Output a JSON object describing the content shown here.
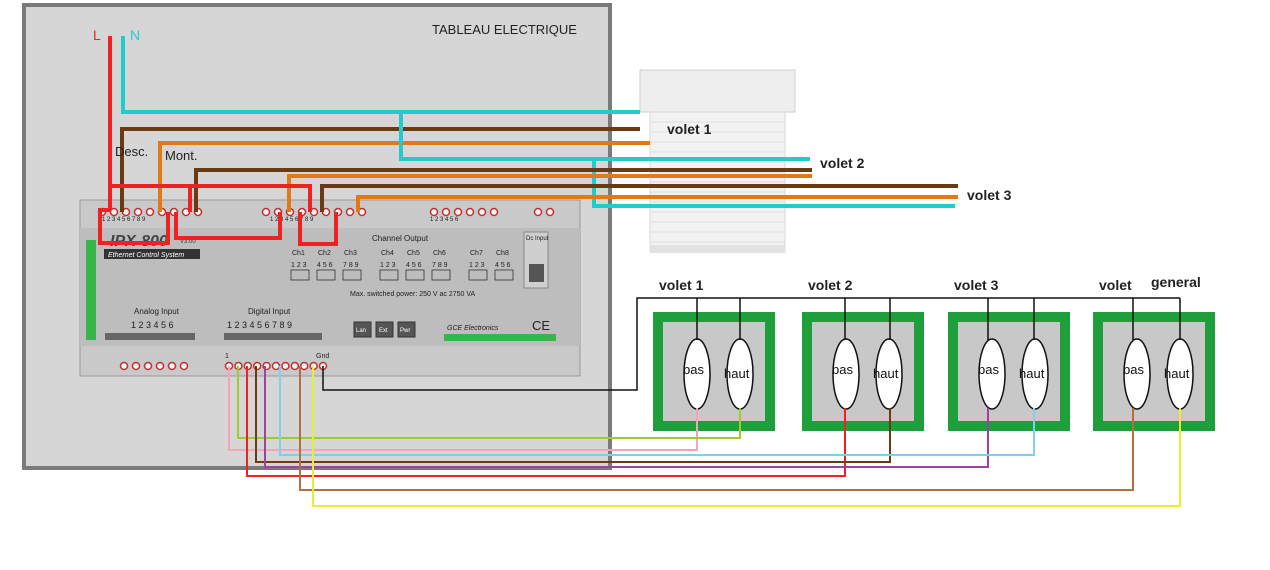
{
  "panel_title": "TABLEAU ELECTRIQUE",
  "line_label": "L",
  "neutral_label": "N",
  "desc_label": "Desc.",
  "mont_label": "Mont.",
  "module": {
    "model": "IPX-800",
    "version": "V3.00",
    "subtitle": "Ethernet Control System",
    "channel_output_title": "Channel Output",
    "channels": [
      {
        "name": "Ch1",
        "pins": "1 2 3"
      },
      {
        "name": "Ch2",
        "pins": "4 5 6"
      },
      {
        "name": "Ch3",
        "pins": "7 8 9"
      },
      {
        "name": "Ch4",
        "pins": "1 2 3"
      },
      {
        "name": "Ch5",
        "pins": "4 5 6"
      },
      {
        "name": "Ch6",
        "pins": "7 8 9"
      },
      {
        "name": "Ch7",
        "pins": "1 2 3"
      },
      {
        "name": "Ch8",
        "pins": "4 5 6"
      }
    ],
    "max_power": "Max. switched power: 250 V ac 2750 VA",
    "analog_title": "Analog Input",
    "analog_pins": "1 2 3 4 5 6",
    "digital_title": "Digital Input",
    "digital_pins": "1 2 3 4 5 6 7 8 9",
    "brand": "GCE Electronics",
    "ce_mark": "CE",
    "gnd_label": "Gnd",
    "input1_label": "1",
    "dc_input": "Dc Input",
    "buttons": [
      "Lan",
      "Ext",
      "Pwr"
    ],
    "top_terminal_numbers": "1 2 3 4 5 6 7 8 9",
    "top_terminal_numbers_2": "1 2 3 4 5 6 7 8 9",
    "top_terminal_numbers_3": "1 2 3 4 5 6"
  },
  "shutters": [
    {
      "label": "volet 1"
    },
    {
      "label": "volet 2"
    },
    {
      "label": "volet 3"
    }
  ],
  "switches": [
    {
      "label": "volet 1",
      "bas": "bas",
      "haut": "haut"
    },
    {
      "label": "volet 2",
      "bas": "bas",
      "haut": "haut"
    },
    {
      "label": "volet 3",
      "bas": "bas",
      "haut": "haut"
    },
    {
      "label": "volet",
      "label2": "general",
      "bas": "bas",
      "haut": "haut"
    }
  ],
  "colors": {
    "live": "#ee2222",
    "neutral": "#22cccc",
    "brown": "#6b3a10",
    "orange": "#e07a18",
    "switch_green": "#1f9e3c",
    "panel_bg": "#d5d5d5",
    "module_bg": "#c8c8c8"
  }
}
